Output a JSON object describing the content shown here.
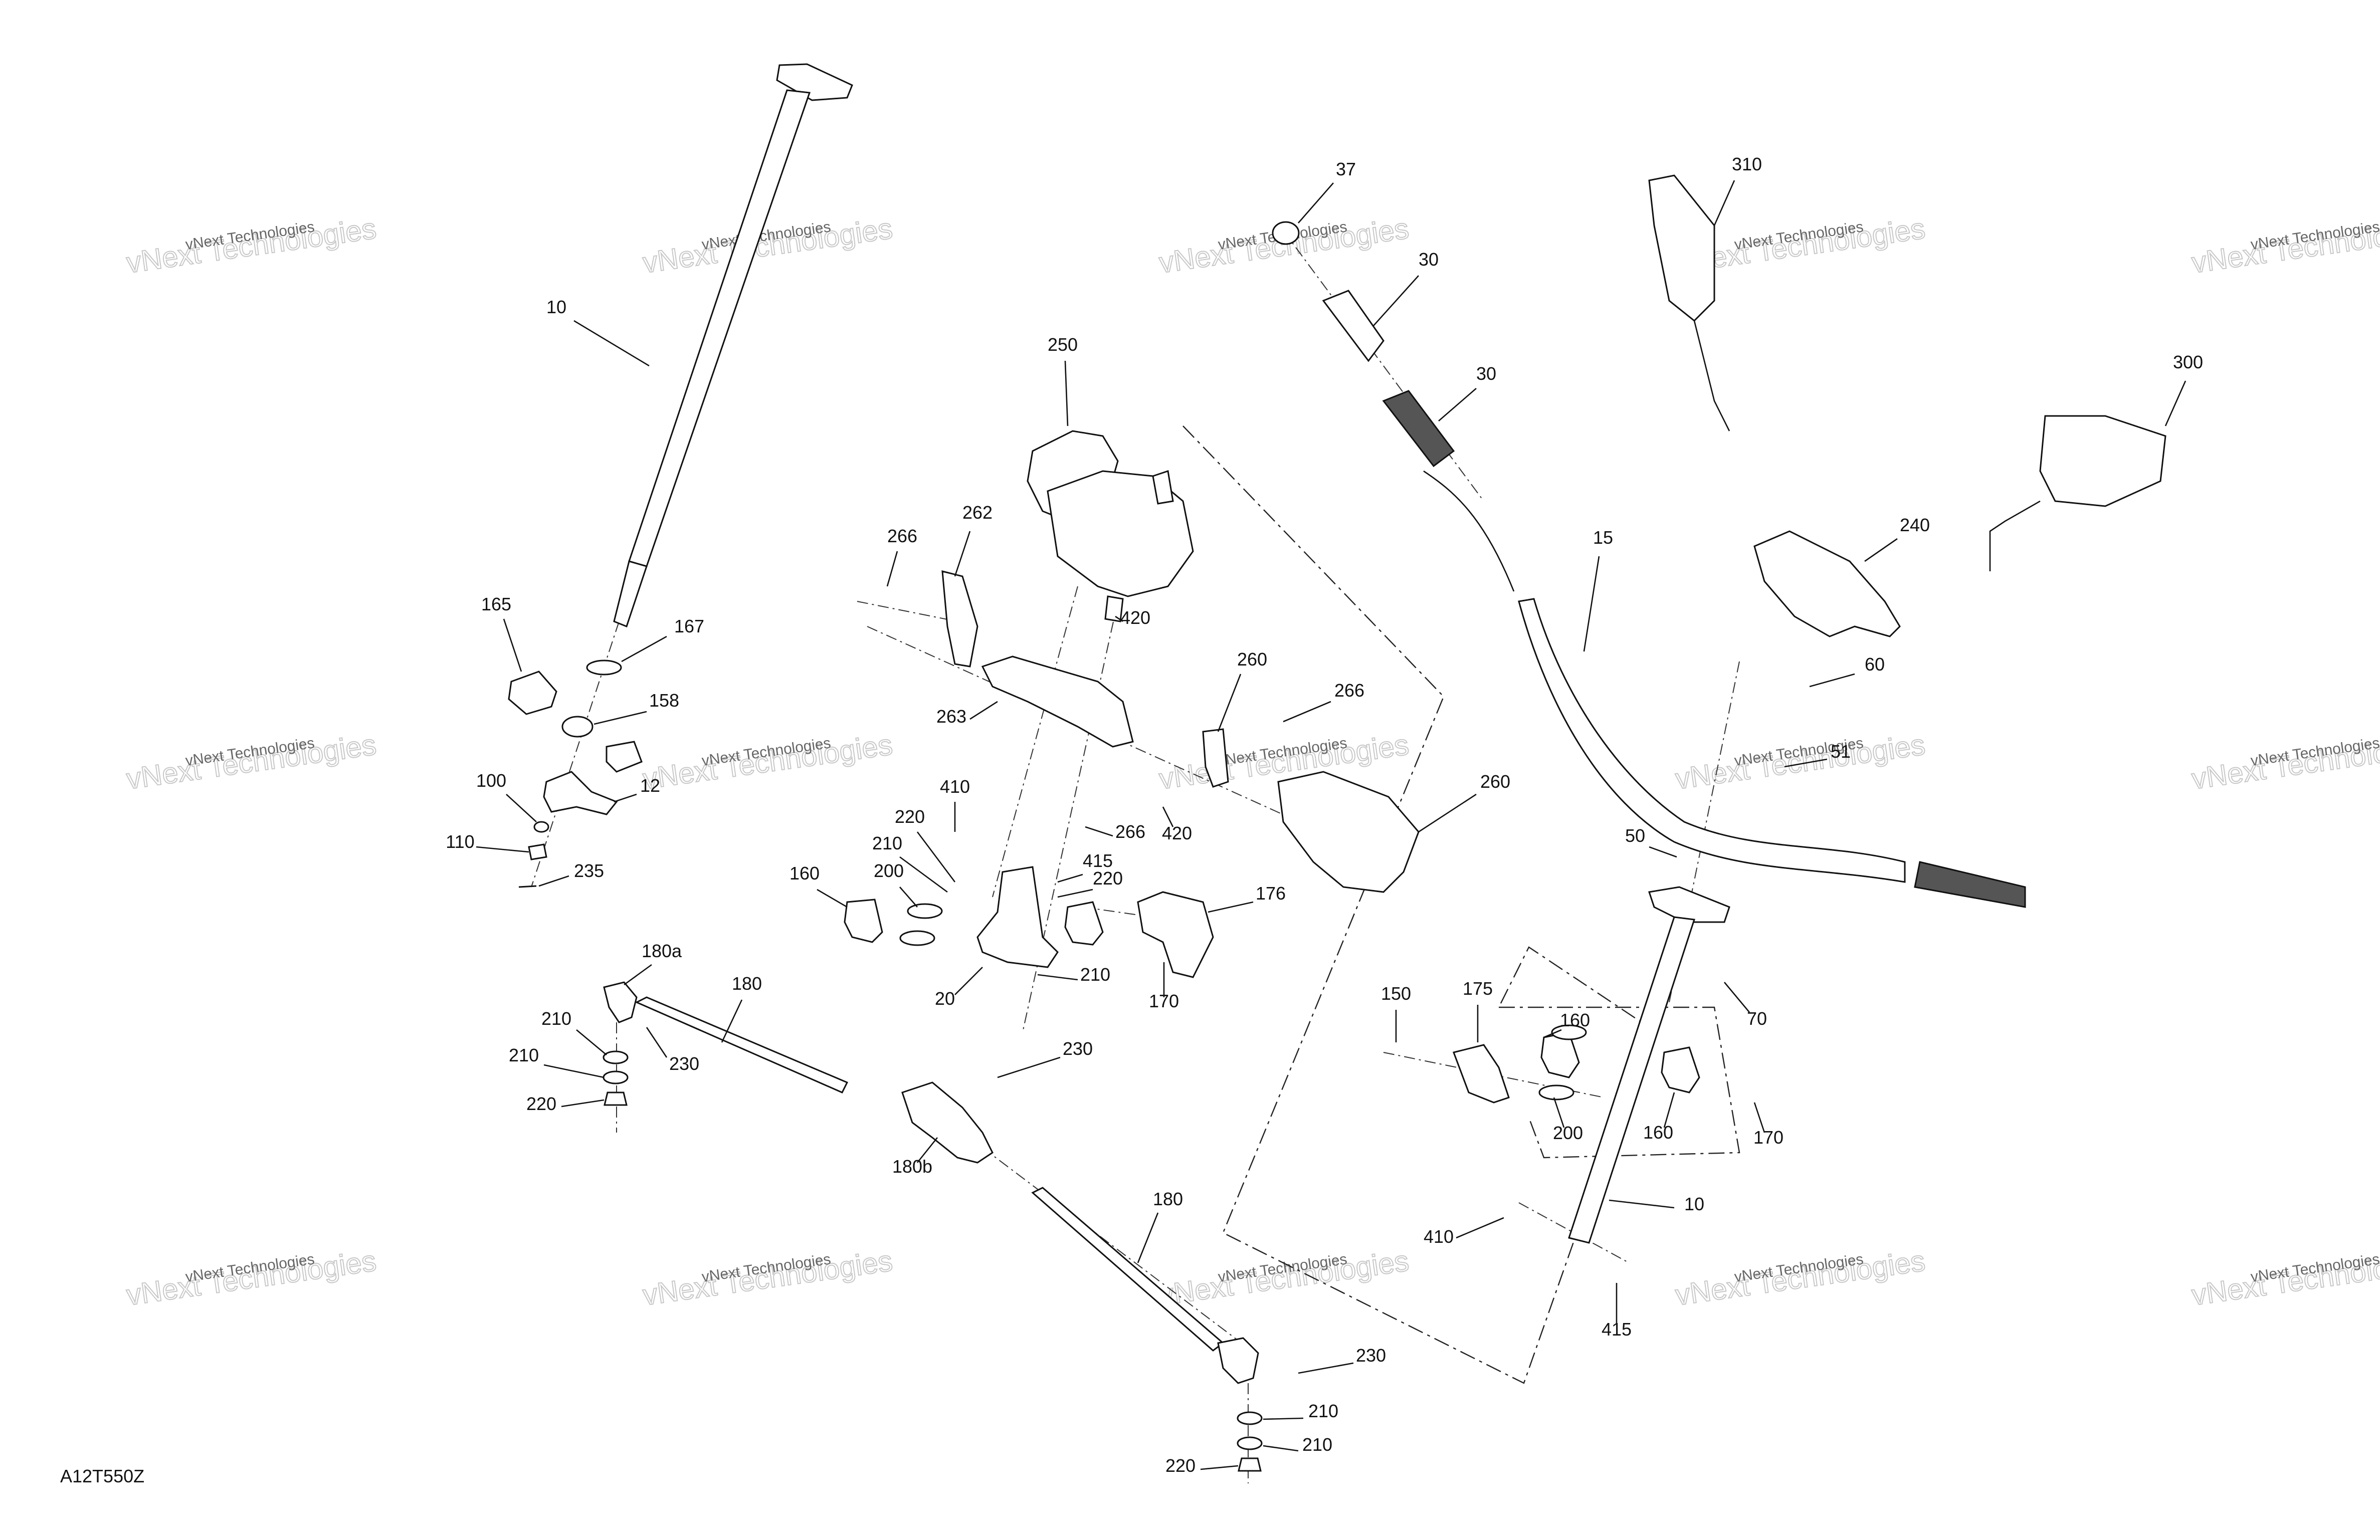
{
  "diagram_ref": "A12T550Z",
  "watermark": {
    "line1": "vNext Technologies",
    "line2": "vNext Technologies"
  },
  "callouts": [
    {
      "id": "c10a",
      "text": "10"
    },
    {
      "id": "c165",
      "text": "165"
    },
    {
      "id": "c167",
      "text": "167"
    },
    {
      "id": "c158",
      "text": "158"
    },
    {
      "id": "c100",
      "text": "100"
    },
    {
      "id": "c12",
      "text": "12"
    },
    {
      "id": "c110",
      "text": "110"
    },
    {
      "id": "c235",
      "text": "235"
    },
    {
      "id": "c250",
      "text": "250"
    },
    {
      "id": "c266a",
      "text": "266"
    },
    {
      "id": "c262",
      "text": "262"
    },
    {
      "id": "c420a",
      "text": "420"
    },
    {
      "id": "c263",
      "text": "263"
    },
    {
      "id": "c260a",
      "text": "260"
    },
    {
      "id": "c266b",
      "text": "266"
    },
    {
      "id": "c266c",
      "text": "266"
    },
    {
      "id": "c420b",
      "text": "420"
    },
    {
      "id": "c260b",
      "text": "260"
    },
    {
      "id": "c410a",
      "text": "410"
    },
    {
      "id": "c220a",
      "text": "220"
    },
    {
      "id": "c210a",
      "text": "210"
    },
    {
      "id": "c415a",
      "text": "415"
    },
    {
      "id": "c220b",
      "text": "220"
    },
    {
      "id": "c200a",
      "text": "200"
    },
    {
      "id": "c160a",
      "text": "160"
    },
    {
      "id": "c176",
      "text": "176"
    },
    {
      "id": "c210b",
      "text": "210"
    },
    {
      "id": "c20",
      "text": "20"
    },
    {
      "id": "c170a",
      "text": "170"
    },
    {
      "id": "c180a",
      "text": "180a"
    },
    {
      "id": "c180",
      "text": "180"
    },
    {
      "id": "c210c",
      "text": "210"
    },
    {
      "id": "c210d",
      "text": "210"
    },
    {
      "id": "c230a",
      "text": "230"
    },
    {
      "id": "c220c",
      "text": "220"
    },
    {
      "id": "c230b",
      "text": "230"
    },
    {
      "id": "c180b",
      "text": "180b"
    },
    {
      "id": "c180c",
      "text": "180"
    },
    {
      "id": "c230c",
      "text": "230"
    },
    {
      "id": "c210e",
      "text": "210"
    },
    {
      "id": "c210f",
      "text": "210"
    },
    {
      "id": "c220d",
      "text": "220"
    },
    {
      "id": "c37",
      "text": "37"
    },
    {
      "id": "c30a",
      "text": "30"
    },
    {
      "id": "c30b",
      "text": "30"
    },
    {
      "id": "c310",
      "text": "310"
    },
    {
      "id": "c300",
      "text": "300"
    },
    {
      "id": "c15",
      "text": "15"
    },
    {
      "id": "c240",
      "text": "240"
    },
    {
      "id": "c60",
      "text": "60"
    },
    {
      "id": "c51",
      "text": "51"
    },
    {
      "id": "c50",
      "text": "50"
    },
    {
      "id": "c70",
      "text": "70"
    },
    {
      "id": "c150",
      "text": "150"
    },
    {
      "id": "c175",
      "text": "175"
    },
    {
      "id": "c160b",
      "text": "160"
    },
    {
      "id": "c200b",
      "text": "200"
    },
    {
      "id": "c160c",
      "text": "160"
    },
    {
      "id": "c170b",
      "text": "170"
    },
    {
      "id": "c410b",
      "text": "410"
    },
    {
      "id": "c10b",
      "text": "10"
    },
    {
      "id": "c415b",
      "text": "415"
    }
  ]
}
